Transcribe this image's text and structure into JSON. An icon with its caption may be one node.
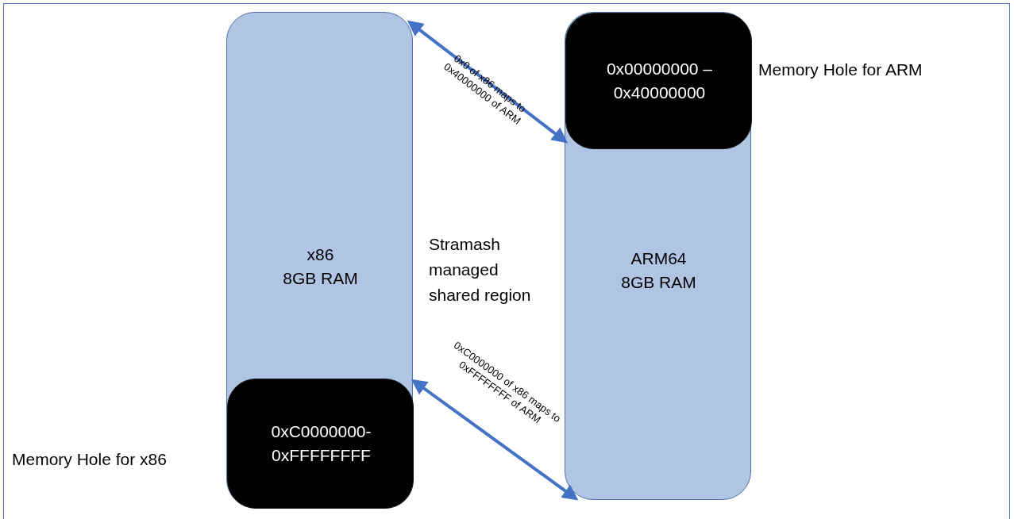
{
  "diagram": {
    "nodes": [
      {
        "text": [
          "x86",
          "8GB RAM"
        ]
      },
      {
        "text": [
          "0xC0000000- 0xFFFFFFFF"
        ],
        "in": 0,
        "beside": [
          "Memory Hole for x86"
        ]
      },
      {
        "text": [
          "ARM64",
          "8GB RAM"
        ]
      },
      {
        "text": [
          "0x00000000 – 0x40000000"
        ],
        "in": 2,
        "beside": [
          "Memory Hole for ARM"
        ]
      }
    ],
    "edges": [
      {
        "from": 0,
        "to": 3,
        "arrow": "both",
        "label": "0x0 of x86 maps to 0x40000000 of ARM"
      },
      {
        "from": 0,
        "to": 2,
        "arrow": "both",
        "label": "0xC0000000 of x86 maps to 0xFFFFFFFF of ARM"
      }
    ],
    "labels": [
      "Stramash managed shared region"
    ]
  }
}
